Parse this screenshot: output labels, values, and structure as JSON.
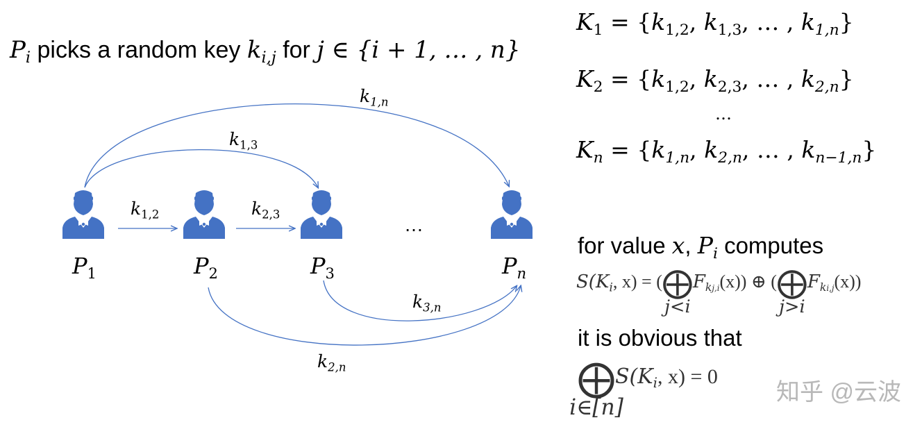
{
  "heading": {
    "pi": "P",
    "pi_sub": "i",
    "picks_text": " picks a random key ",
    "key": "k",
    "key_sub": "i,j",
    "for_text": " for ",
    "range": "j ∈ {i + 1, … , n}"
  },
  "parties": [
    {
      "base": "P",
      "sub": "1"
    },
    {
      "base": "P",
      "sub": "2"
    },
    {
      "base": "P",
      "sub": "3"
    },
    {
      "base": "P",
      "sub": "n"
    }
  ],
  "middle_dots": "…",
  "edges": [
    {
      "base": "k",
      "sub": "1,n"
    },
    {
      "base": "k",
      "sub": "1,3"
    },
    {
      "base": "k",
      "sub": "1,2"
    },
    {
      "base": "k",
      "sub": "2,3"
    },
    {
      "base": "k",
      "sub": "3,n"
    },
    {
      "base": "k",
      "sub": "2,n"
    }
  ],
  "key_sets": [
    {
      "name": "K",
      "name_sub": "1",
      "eq": " = {",
      "items": [
        [
          "k",
          "1,2"
        ],
        [
          "k",
          "1,3"
        ]
      ],
      "dots": ", … , ",
      "last": [
        "k",
        "1,n"
      ],
      "close": "}"
    },
    {
      "name": "K",
      "name_sub": "2",
      "eq": " = {",
      "items": [
        [
          "k",
          "1,2"
        ],
        [
          "k",
          "2,3"
        ]
      ],
      "dots": ", … , ",
      "last": [
        "k",
        "2,n"
      ],
      "close": "}"
    },
    {
      "name": "K",
      "name_sub": "n",
      "eq": " = {",
      "items": [
        [
          "k",
          "1,n"
        ],
        [
          "k",
          "2,n"
        ]
      ],
      "dots": ", … , ",
      "last": [
        "k",
        "n−1,n"
      ],
      "close": "}"
    }
  ],
  "key_sets_dots": "…",
  "compute": {
    "for_value": "for value ",
    "x": "x",
    "comma": ", ",
    "pi": "P",
    "pi_sub": "i",
    "computes": " computes"
  },
  "formula_s": {
    "lhs": "S(K",
    "lhs_sub": "i",
    "lhs_rest": ", x) = (",
    "op": "⨁",
    "under1": "j<i",
    "f1": "F",
    "f1_sub": "k",
    "f1_subsub": "j,i",
    "f1_arg": "(x)) ⊕ (",
    "under2": "j>i",
    "f2": "F",
    "f2_sub": "k",
    "f2_subsub": "i,j",
    "f2_arg": "(x))"
  },
  "obvious": "it is obvious that",
  "formula_sum": {
    "op": "⨁",
    "under": "i∈[n]",
    "body": "S(K",
    "body_sub": "i",
    "body_rest": ", x) = 0"
  },
  "watermark": "知乎 @云波",
  "colors": {
    "person": "#4472c4",
    "arrow": "#4472c4",
    "text": "#000000",
    "formula_text": "#333333",
    "watermark": "#b8b8b8"
  }
}
